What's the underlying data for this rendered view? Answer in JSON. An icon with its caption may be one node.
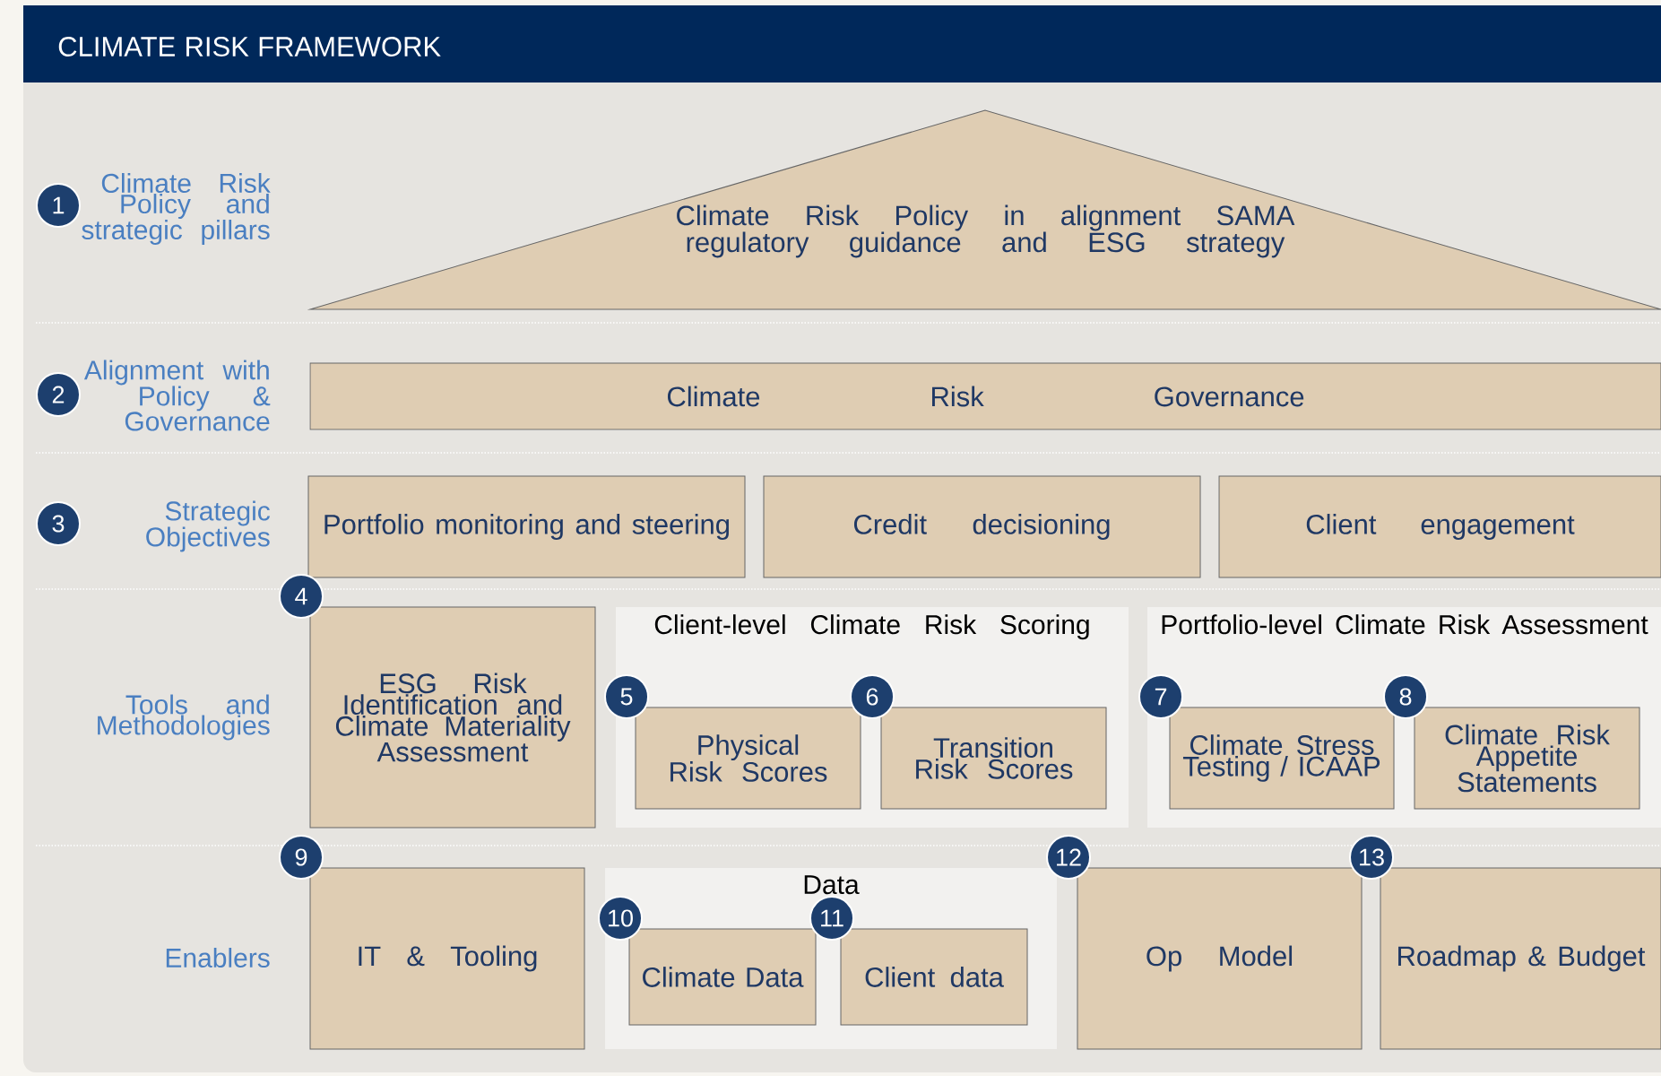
{
  "diagram": {
    "title": "CLIMATE RISK FRAMEWORK",
    "nodes": [
      {
        "text": [
          "Climate Risk Policy in alignment SAMA regulatory guidance and ESG strategy"
        ]
      },
      {
        "text": [
          "Climate Risk Governance"
        ]
      },
      {
        "text": [
          "Portfolio monitoring and steering"
        ]
      },
      {
        "text": [
          "Credit decisioning"
        ]
      },
      {
        "text": [
          "Client engagement"
        ]
      },
      {
        "text": [
          "ESG Risk Identification and Climate Materiality Assessment"
        ],
        "beside": [
          "4"
        ]
      },
      {
        "text": [
          "Client-level Climate Risk Scoring"
        ]
      },
      {
        "text": [
          "Physical Risk Scores"
        ],
        "beside": [
          "5"
        ],
        "in": 6
      },
      {
        "text": [
          "Transition Risk Scores"
        ],
        "beside": [
          "6"
        ],
        "in": 6
      },
      {
        "text": [
          "Portfolio-level Climate Risk Assessment"
        ]
      },
      {
        "text": [
          "Climate Stress Testing / ICAAP"
        ],
        "beside": [
          "7"
        ],
        "in": 9
      },
      {
        "text": [
          "Climate Risk Appetite Statements"
        ],
        "beside": [
          "8"
        ],
        "in": 9
      },
      {
        "text": [
          "IT & Tooling"
        ],
        "beside": [
          "9"
        ]
      },
      {
        "text": [
          "Data"
        ]
      },
      {
        "text": [
          "Climate Data"
        ],
        "beside": [
          "10"
        ],
        "in": 13
      },
      {
        "text": [
          "Client data"
        ],
        "beside": [
          "11"
        ],
        "in": 13
      },
      {
        "text": [
          "Op Model"
        ],
        "beside": [
          "12"
        ]
      },
      {
        "text": [
          "Roadmap & Budget"
        ],
        "beside": [
          "13"
        ]
      }
    ],
    "labels": [
      "1",
      "Climate Risk Policy and strategic pillars",
      "2",
      "Alignment with Policy & Governance",
      "3",
      "Strategic Objectives",
      "Tools and Methodologies",
      "Enablers"
    ]
  }
}
